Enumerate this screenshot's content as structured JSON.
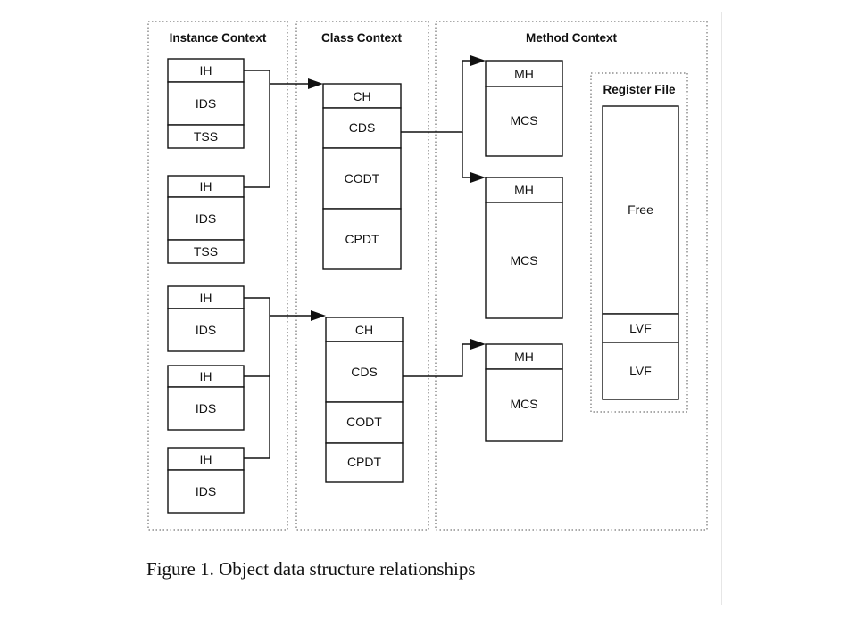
{
  "regions": {
    "instance": "Instance Context",
    "class": "Class Context",
    "method": "Method Context",
    "register": "Register File"
  },
  "instance_objects": [
    [
      "IH",
      "IDS",
      "TSS"
    ],
    [
      "IH",
      "IDS",
      "TSS"
    ],
    [
      "IH",
      "IDS"
    ],
    [
      "IH",
      "IDS"
    ],
    [
      "IH",
      "IDS"
    ]
  ],
  "class_objects": [
    [
      "CH",
      "CDS",
      "CODT",
      "CPDT"
    ],
    [
      "CH",
      "CDS",
      "CODT",
      "CPDT"
    ]
  ],
  "method_objects": [
    [
      "MH",
      "MCS"
    ],
    [
      "MH",
      "MCS"
    ],
    [
      "MH",
      "MCS"
    ]
  ],
  "register_file": [
    "Free",
    "LVF",
    "LVF"
  ],
  "caption": "Figure 1. Object data structure relationships"
}
